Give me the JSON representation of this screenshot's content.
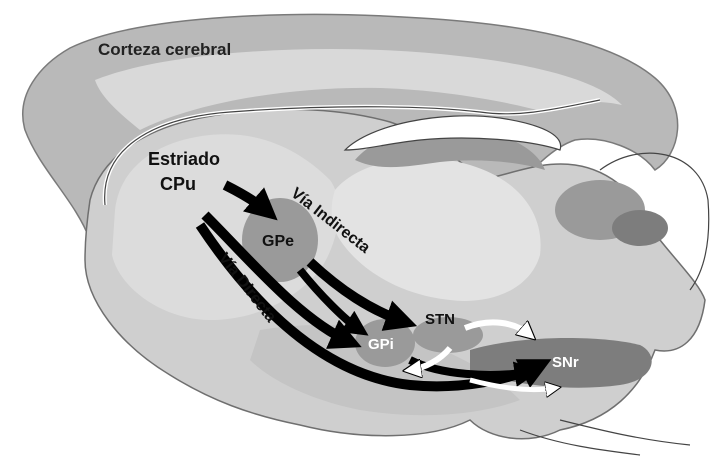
{
  "labels": {
    "cortex": "Corteza cerebral",
    "striatum": "Estriado",
    "cpu": "CPu",
    "gpe": "GPe",
    "gpi": "GPi",
    "stn": "STN",
    "snr": "SNr",
    "indirect_pathway": "Vía Indirecta",
    "direct_pathway": "Vía Directa"
  },
  "colors": {
    "background": "#ffffff",
    "cortex_outer": "#b9b9b9",
    "cortex_band": "#d9d9d9",
    "brain_inner": "#cfcfcf",
    "nucleus_dark": "#9a9a9a",
    "snr_region": "#7d7d7d",
    "arrow_black": "#000000",
    "arrow_white": "#ffffff"
  }
}
